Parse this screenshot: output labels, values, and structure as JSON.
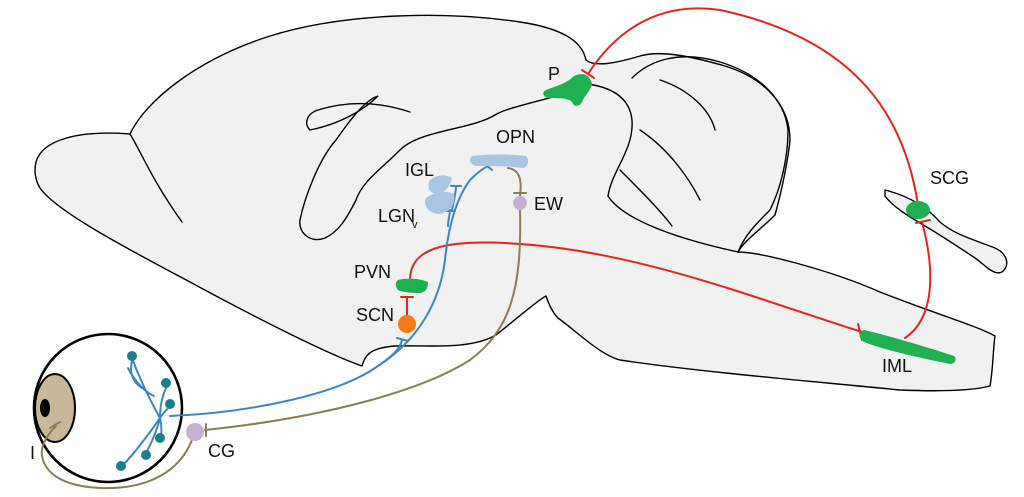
{
  "labels": {
    "p": "P",
    "opn": "OPN",
    "igl": "IGL",
    "lgn": "LGN",
    "lgn_sub": "v",
    "ew": "EW",
    "scg": "SCG",
    "pvn": "PVN",
    "scn": "SCN",
    "iml": "IML",
    "cg": "CG",
    "i": "I"
  },
  "colors": {
    "sympathetic_pathway": "#e8231c",
    "retinal_pathway": "#3d86bf",
    "parasympathetic_pathway": "#8c7e4e",
    "green_nuclei": "#1fb14f",
    "blue_nuclei": "#a8c6e2",
    "scn": "#f47c17",
    "small_ganglia": "#c8b0d4",
    "retinal_cells": "#1a7f8a",
    "lens": "#c8b898",
    "pupil": "#000000",
    "brain_fill": "#f1f1f1",
    "outline": "#000000"
  }
}
